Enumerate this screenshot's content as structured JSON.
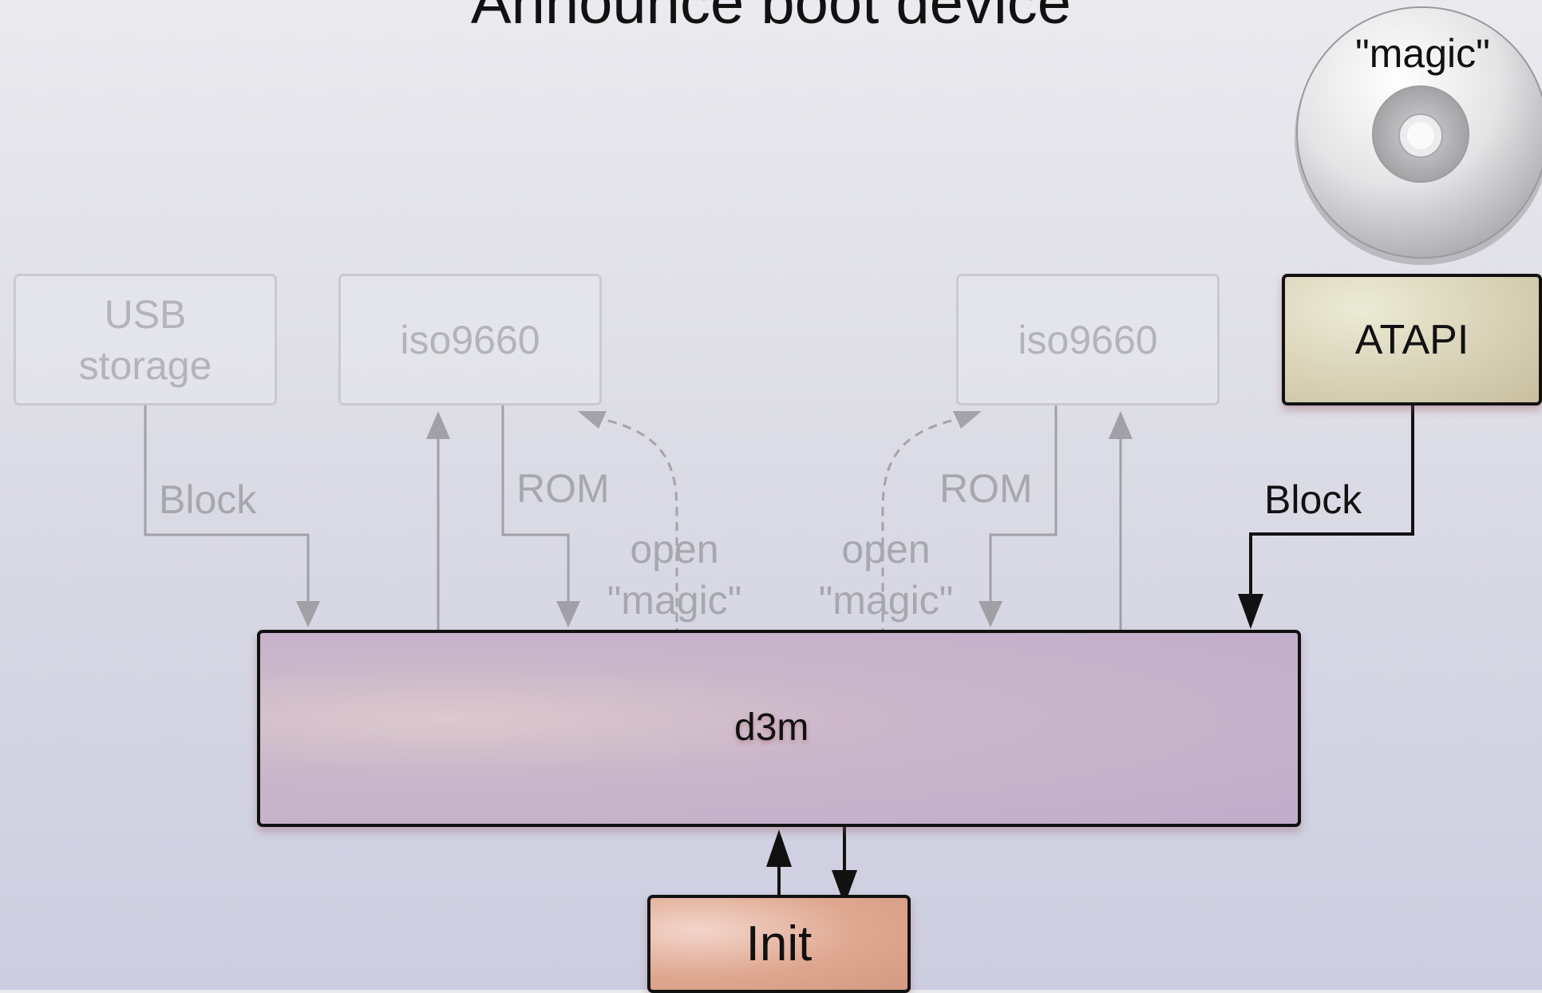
{
  "title": "Announce boot device",
  "disc": {
    "label": "\"magic\""
  },
  "boxes": {
    "usb_storage": {
      "line1": "USB",
      "line2": "storage"
    },
    "iso9660_left": "iso9660",
    "iso9660_right": "iso9660",
    "atapi": "ATAPI",
    "d3m": "d3m",
    "init": "Init"
  },
  "labels": {
    "block_left": "Block",
    "rom_left": "ROM",
    "open_left": {
      "line1": "open",
      "line2": "\"magic\""
    },
    "open_right": {
      "line1": "open",
      "line2": "\"magic\""
    },
    "rom_right": "ROM",
    "block_right": "Block"
  }
}
